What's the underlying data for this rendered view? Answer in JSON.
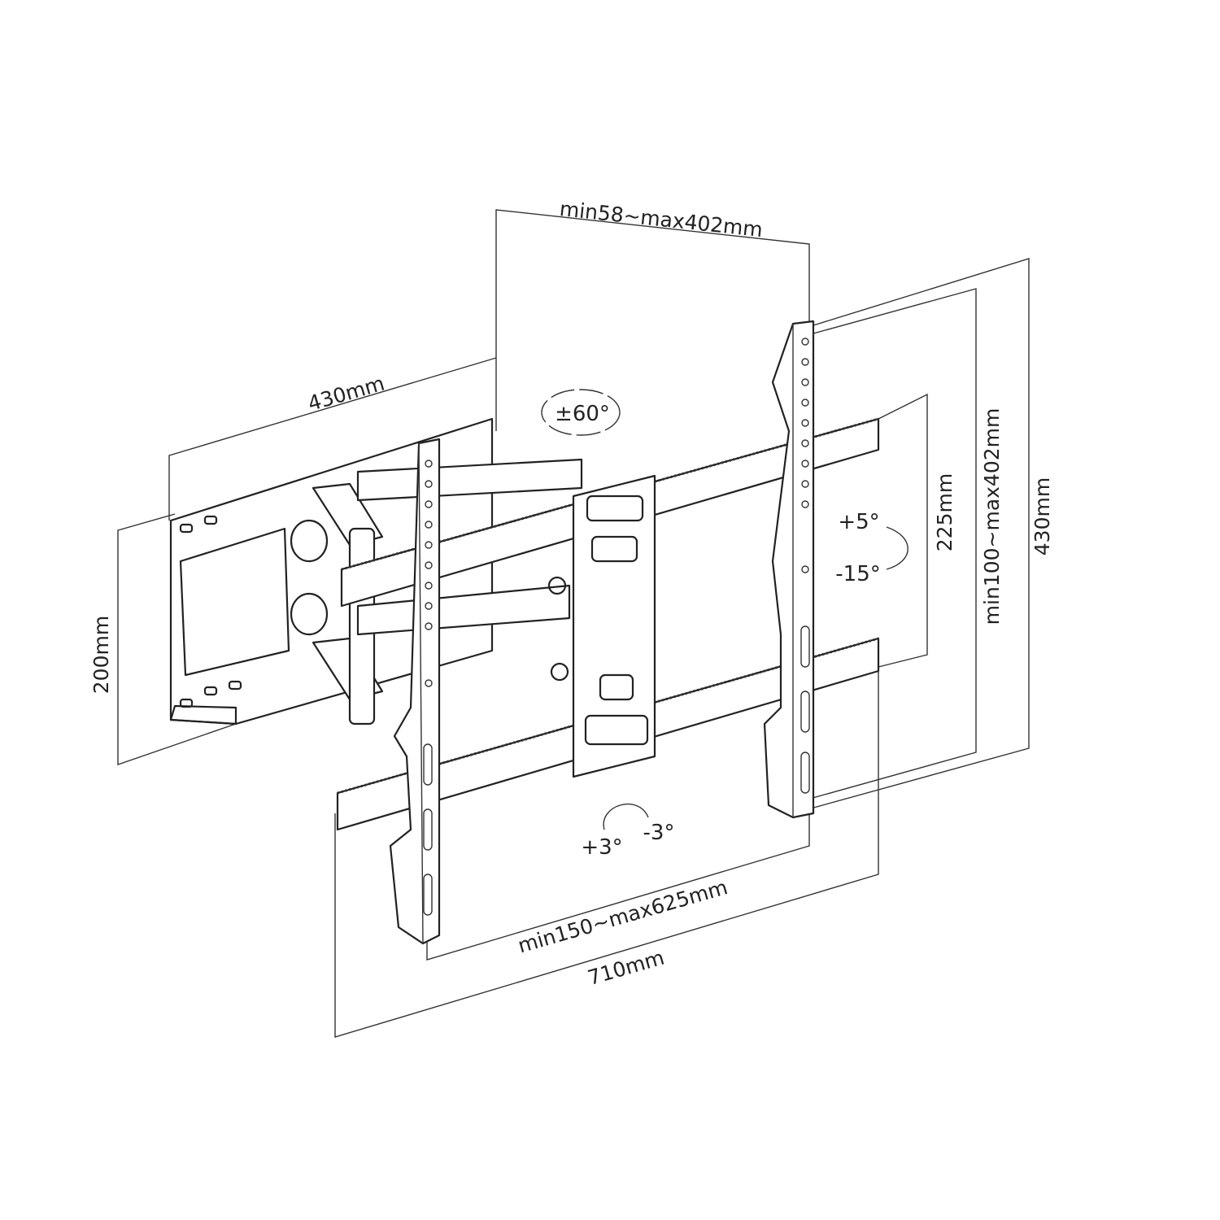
{
  "dimensions": {
    "depth": "min58~max402mm",
    "wall_plate_width": "430mm",
    "wall_plate_height": "200mm",
    "vertical_bracket_length": "430mm",
    "vertical_hole_range": "min100~max402mm",
    "rail_spacing": "225mm",
    "horizontal_hole_range": "min150~max625mm",
    "rail_length": "710mm"
  },
  "angles": {
    "swivel": "±60°",
    "tilt_up": "+5°",
    "tilt_down": "-15°",
    "level_plus": "+3°",
    "level_minus": "-3°"
  }
}
